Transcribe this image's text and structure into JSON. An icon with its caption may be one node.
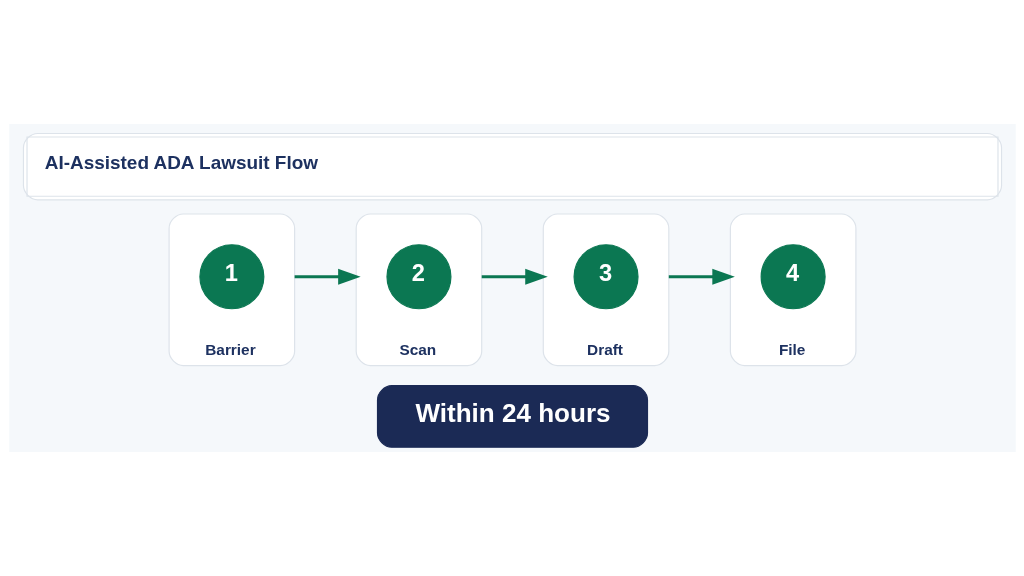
{
  "diagram": {
    "title": "AI-Assisted ADA Lawsuit Flow",
    "nodes": [
      {
        "text": [
          "Barrier"
        ]
      },
      {
        "text": [
          "1"
        ],
        "in": 0
      },
      {
        "text": [
          "Scan"
        ]
      },
      {
        "text": [
          "2"
        ],
        "in": 2
      },
      {
        "text": [
          "Draft"
        ]
      },
      {
        "text": [
          "3"
        ],
        "in": 4
      },
      {
        "text": [
          "File"
        ]
      },
      {
        "text": [
          "4"
        ],
        "in": 6
      },
      {
        "text": [
          "Within 24 hours"
        ]
      }
    ],
    "edges": [
      {
        "from": 0,
        "to": 2,
        "arrow": "to"
      },
      {
        "from": 2,
        "to": 4,
        "arrow": "to"
      },
      {
        "from": 4,
        "to": 6,
        "arrow": "to"
      }
    ]
  }
}
